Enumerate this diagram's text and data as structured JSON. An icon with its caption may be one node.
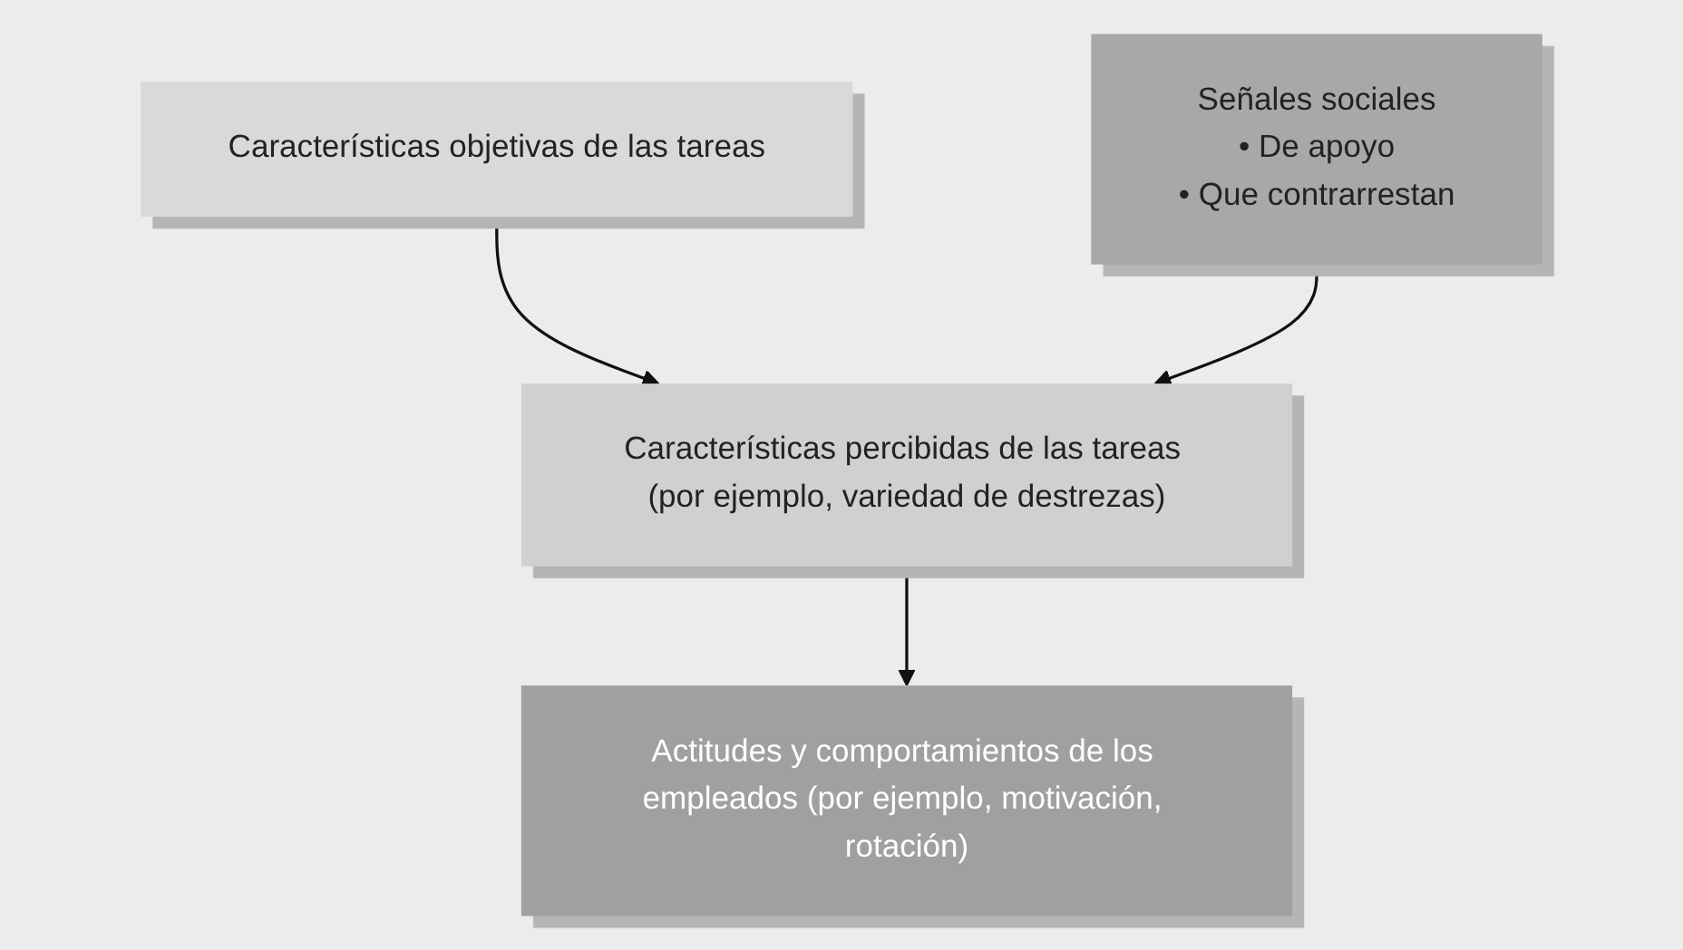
{
  "diagram": {
    "nodes": [
      {
        "text": [
          "Características objetivas de las tareas"
        ]
      },
      {
        "text": [
          "Señales sociales",
          "• De apoyo",
          "• Que contrarrestan"
        ]
      },
      {
        "text": [
          "Características percibidas de las tareas (por ejemplo, variedad de destrezas)"
        ]
      },
      {
        "text": [
          "Actitudes y comportamientos de los empleados (por ejemplo, motivación, rotación)"
        ]
      }
    ],
    "edges": [
      {
        "from": 0,
        "to": 2,
        "arrow": "to"
      },
      {
        "from": 1,
        "to": 2,
        "arrow": "to"
      },
      {
        "from": 2,
        "to": 3,
        "arrow": "to"
      }
    ]
  }
}
